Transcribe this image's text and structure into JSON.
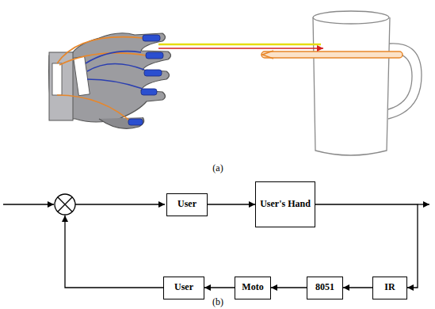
{
  "diagram": {
    "nodes": [
      {
        "text": [
          "User"
        ]
      },
      {
        "text": [
          "User's Hand"
        ]
      },
      {
        "text": [
          "User"
        ]
      },
      {
        "text": [
          "Moto"
        ]
      },
      {
        "text": [
          "8051"
        ]
      },
      {
        "text": [
          "IR"
        ]
      }
    ],
    "edges": [
      {
        "from": 0,
        "to": 1,
        "arrow": "to"
      },
      {
        "from": 1,
        "to": 5,
        "arrow": "to"
      },
      {
        "from": 5,
        "to": 4,
        "arrow": "to"
      },
      {
        "from": 4,
        "to": 3,
        "arrow": "to"
      },
      {
        "from": 3,
        "to": 2,
        "arrow": "to"
      }
    ],
    "labels": [
      "(a)",
      "(b)"
    ]
  }
}
